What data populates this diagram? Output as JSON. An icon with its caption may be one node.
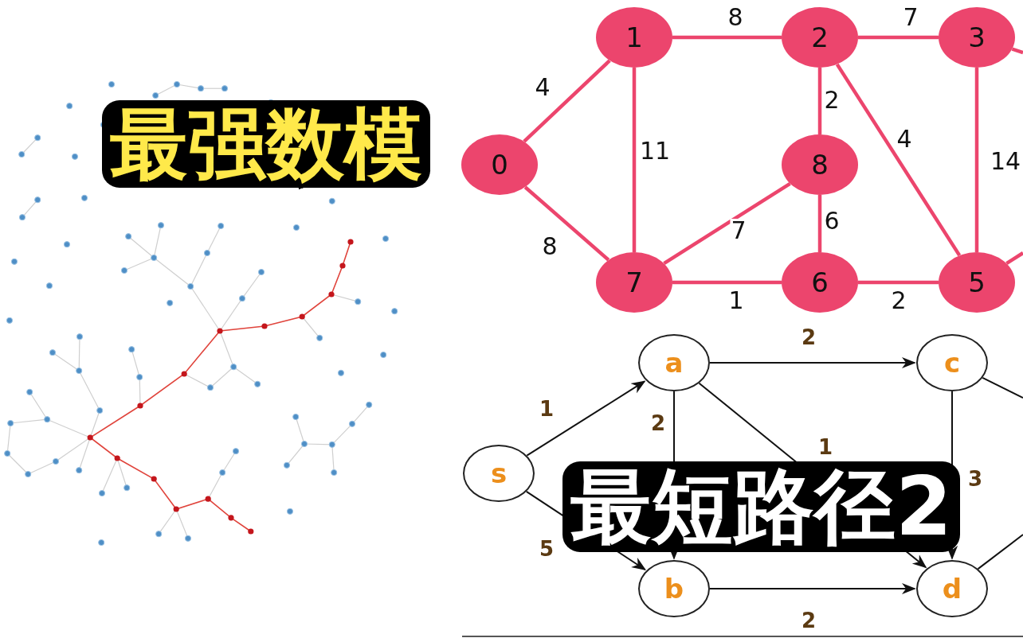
{
  "diagram": {
    "nodes": [
      {
        "text": [
          "1"
        ]
      },
      {
        "text": [
          "2"
        ]
      },
      {
        "text": [
          "3"
        ]
      },
      {
        "text": [
          "0"
        ]
      },
      {
        "text": [
          "8"
        ]
      },
      {
        "text": [
          "7"
        ]
      },
      {
        "text": [
          "6"
        ]
      },
      {
        "text": [
          "5"
        ]
      },
      {
        "text": [
          "a"
        ]
      },
      {
        "text": [
          "c"
        ]
      },
      {
        "text": [
          "s"
        ]
      },
      {
        "text": [
          "b"
        ]
      },
      {
        "text": [
          "d"
        ]
      }
    ],
    "edges": [
      {
        "from": 0,
        "to": 3,
        "arrow": "none",
        "label": "4"
      },
      {
        "from": 0,
        "to": 1,
        "arrow": "none",
        "label": "8"
      },
      {
        "from": 1,
        "to": 2,
        "arrow": "none",
        "label": "7"
      },
      {
        "from": 0,
        "to": 5,
        "arrow": "none",
        "label": "11"
      },
      {
        "from": 1,
        "to": 4,
        "arrow": "none",
        "label": "2"
      },
      {
        "from": 1,
        "to": 7,
        "arrow": "none",
        "label": "4"
      },
      {
        "from": 2,
        "to": 7,
        "arrow": "none",
        "label": "14"
      },
      {
        "from": 3,
        "to": 5,
        "arrow": "none",
        "label": "8"
      },
      {
        "from": 4,
        "to": 5,
        "arrow": "none",
        "label": "7"
      },
      {
        "from": 4,
        "to": 6,
        "arrow": "none",
        "label": "6"
      },
      {
        "from": 5,
        "to": 6,
        "arrow": "none",
        "label": "1"
      },
      {
        "from": 6,
        "to": 7,
        "arrow": "none",
        "label": "2"
      },
      {
        "from": 2,
        "to": null,
        "arrow": "none"
      },
      {
        "from": 7,
        "to": null,
        "arrow": "none"
      },
      {
        "from": 10,
        "to": 8,
        "arrow": "to",
        "label": "1",
        "color": "#111111"
      },
      {
        "from": 10,
        "to": 11,
        "arrow": "to",
        "label": "5",
        "color": "#111111"
      },
      {
        "from": 8,
        "to": 9,
        "arrow": "to",
        "label": "2",
        "color": "#111111"
      },
      {
        "from": 8,
        "to": 11,
        "arrow": "to",
        "label": "2",
        "color": "#111111"
      },
      {
        "from": 8,
        "to": 12,
        "arrow": "to",
        "label": "1",
        "color": "#111111"
      },
      {
        "from": 9,
        "to": 12,
        "arrow": "to",
        "label": "3",
        "color": "#111111"
      },
      {
        "from": 11,
        "to": 12,
        "arrow": "to",
        "label": "2",
        "color": "#111111"
      },
      {
        "from": 9,
        "to": null,
        "arrow": "none",
        "color": "#111111"
      },
      {
        "from": 12,
        "to": null,
        "arrow": "none",
        "color": "#111111"
      }
    ],
    "labels": [
      "最强数模",
      "最短路径2"
    ]
  }
}
